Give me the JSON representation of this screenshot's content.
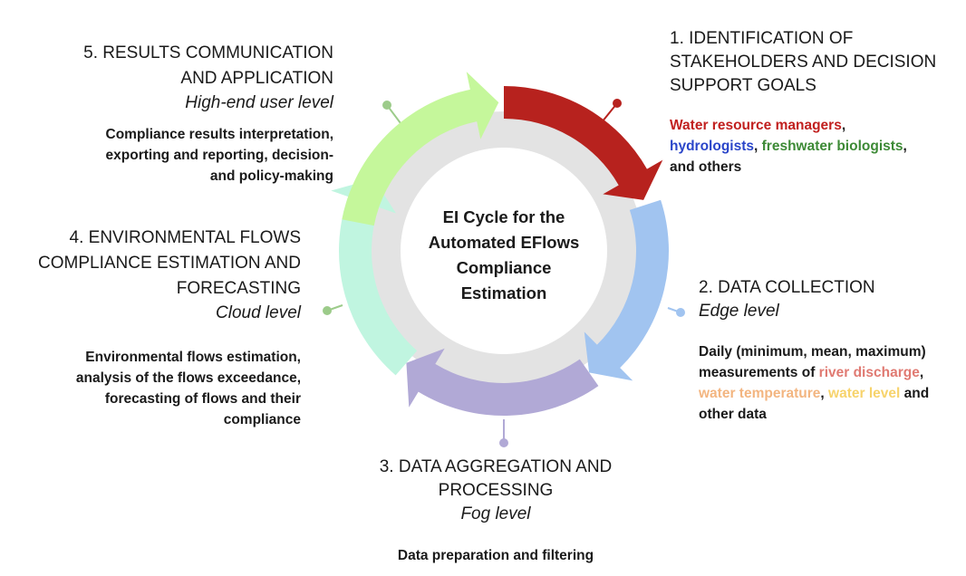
{
  "center": {
    "lines": [
      "EI Cycle for the",
      "Automated EFlows",
      "Compliance",
      "Estimation"
    ]
  },
  "stages": {
    "s1": {
      "title_lines": [
        "1. IDENTIFICATION OF",
        "STAKEHOLDERS AND DECISION",
        "SUPPORT GOALS"
      ],
      "desc": {
        "water_resource_managers": "Water resource managers",
        "comma1": ",",
        "hydrologists": "hydrologists",
        "comma2": ", ",
        "freshwater_biologists": "freshwater biologists",
        "comma3": ",",
        "others": "and others"
      }
    },
    "s2": {
      "title": "2. DATA COLLECTION",
      "level": "Edge level",
      "desc": {
        "line1": "Daily (minimum, mean, maximum)",
        "measurements_of": "measurements of ",
        "river_discharge": "river discharge",
        "comma1": ",",
        "water_temperature": "water temperature",
        "comma2": ", ",
        "water_level": "water level",
        "and": " and",
        "other_data": "other data"
      }
    },
    "s3": {
      "title_lines": [
        "3. DATA AGGREGATION AND",
        "PROCESSING"
      ],
      "level": "Fog level",
      "desc": "Data preparation and filtering"
    },
    "s4": {
      "title_lines": [
        "4. ENVIRONMENTAL FLOWS",
        "COMPLIANCE ESTIMATION AND",
        "FORECASTING"
      ],
      "level": "Cloud level",
      "desc_lines": [
        "Environmental flows estimation,",
        "analysis of the flows exceedance,",
        "forecasting of flows and their",
        "compliance"
      ]
    },
    "s5": {
      "title_lines": [
        "5. RESULTS COMMUNICATION",
        "AND APPLICATION"
      ],
      "level": "High-end user level",
      "desc_lines": [
        "Compliance results interpretation,",
        "exporting and reporting, decision-",
        "and policy-making"
      ]
    }
  },
  "colors": {
    "stage1_arrow": "#b7221e",
    "stage2_arrow": "#a1c4f0",
    "stage3_arrow": "#b1a9d6",
    "stage4_arrow": "#c0f5e0",
    "stage5_arrow": "#c5f79b",
    "ring": "#e3e3e3",
    "text_red": "#c1201f",
    "text_blue": "#2a45c9",
    "text_green": "#3d8a36",
    "text_salmon": "#e07a72",
    "text_orange": "#f3b580",
    "text_yellow": "#f7d36b"
  }
}
